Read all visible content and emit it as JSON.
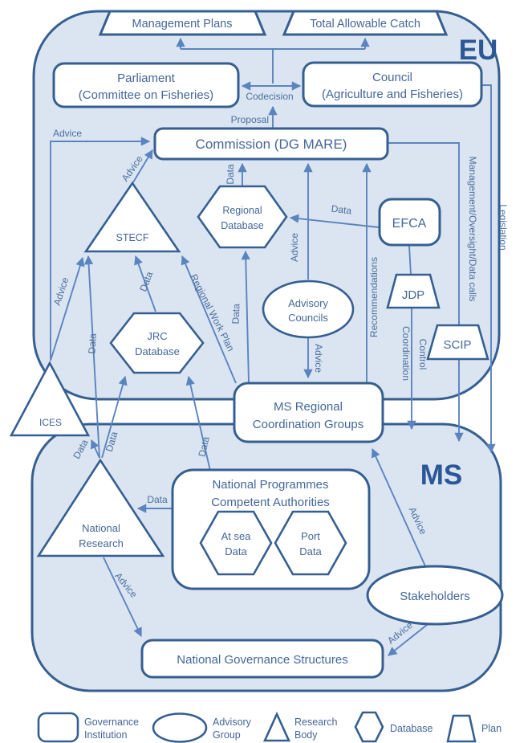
{
  "regions": {
    "eu": "EU",
    "ms": "MS"
  },
  "nodes": {
    "management_plans": "Management Plans",
    "total_allowable_catch": "Total Allowable Catch",
    "parliament_line1": "Parliament",
    "parliament_line2": "(Committee on Fisheries)",
    "council_line1": "Council",
    "council_line2": "(Agriculture and Fisheries)",
    "commission": "Commission (DG MARE)",
    "stecf": "STECF",
    "regional_database_line1": "Regional",
    "regional_database_line2": "Database",
    "efca": "EFCA",
    "jdp": "JDP",
    "scip": "SCIP",
    "advisory_councils_line1": "Advisory",
    "advisory_councils_line2": "Councils",
    "jrc_database_line1": "JRC",
    "jrc_database_line2": "Database",
    "ices": "ICES",
    "ms_rcg_line1": "MS Regional",
    "ms_rcg_line2": "Coordination Groups",
    "national_programmes_line1": "National Programmes",
    "national_programmes_line2": "Competent Authorities",
    "at_sea_line1": "At sea",
    "at_sea_line2": "Data",
    "port_line1": "Port",
    "port_line2": "Data",
    "national_research_line1": "National",
    "national_research_line2": "Research",
    "stakeholders": "Stakeholders",
    "national_governance": "National Governance Structures"
  },
  "edge_labels": {
    "advice": "Advice",
    "data": "Data",
    "codecision": "Codecision",
    "proposal": "Proposal",
    "recommendations": "Recommendations",
    "control": "Control",
    "coordination": "Coordination",
    "management_oversight": "Management/Oversight/Data calls",
    "legislation": "Legislation",
    "regional_work_plan": "Regional Work Plan"
  },
  "legend": {
    "governance_line1": "Governance",
    "governance_line2": "Institution",
    "advisory_line1": "Advisory",
    "advisory_line2": "Group",
    "research_line1": "Research",
    "research_line2": "Body",
    "database": "Database",
    "plan": "Plan"
  },
  "colors": {
    "region_fill": "#dbe5f1",
    "border": "#365f91",
    "arrow": "#5b84bf",
    "text": "#44679b",
    "region_label": "#2b5797",
    "node_fill": "#ffffff"
  }
}
